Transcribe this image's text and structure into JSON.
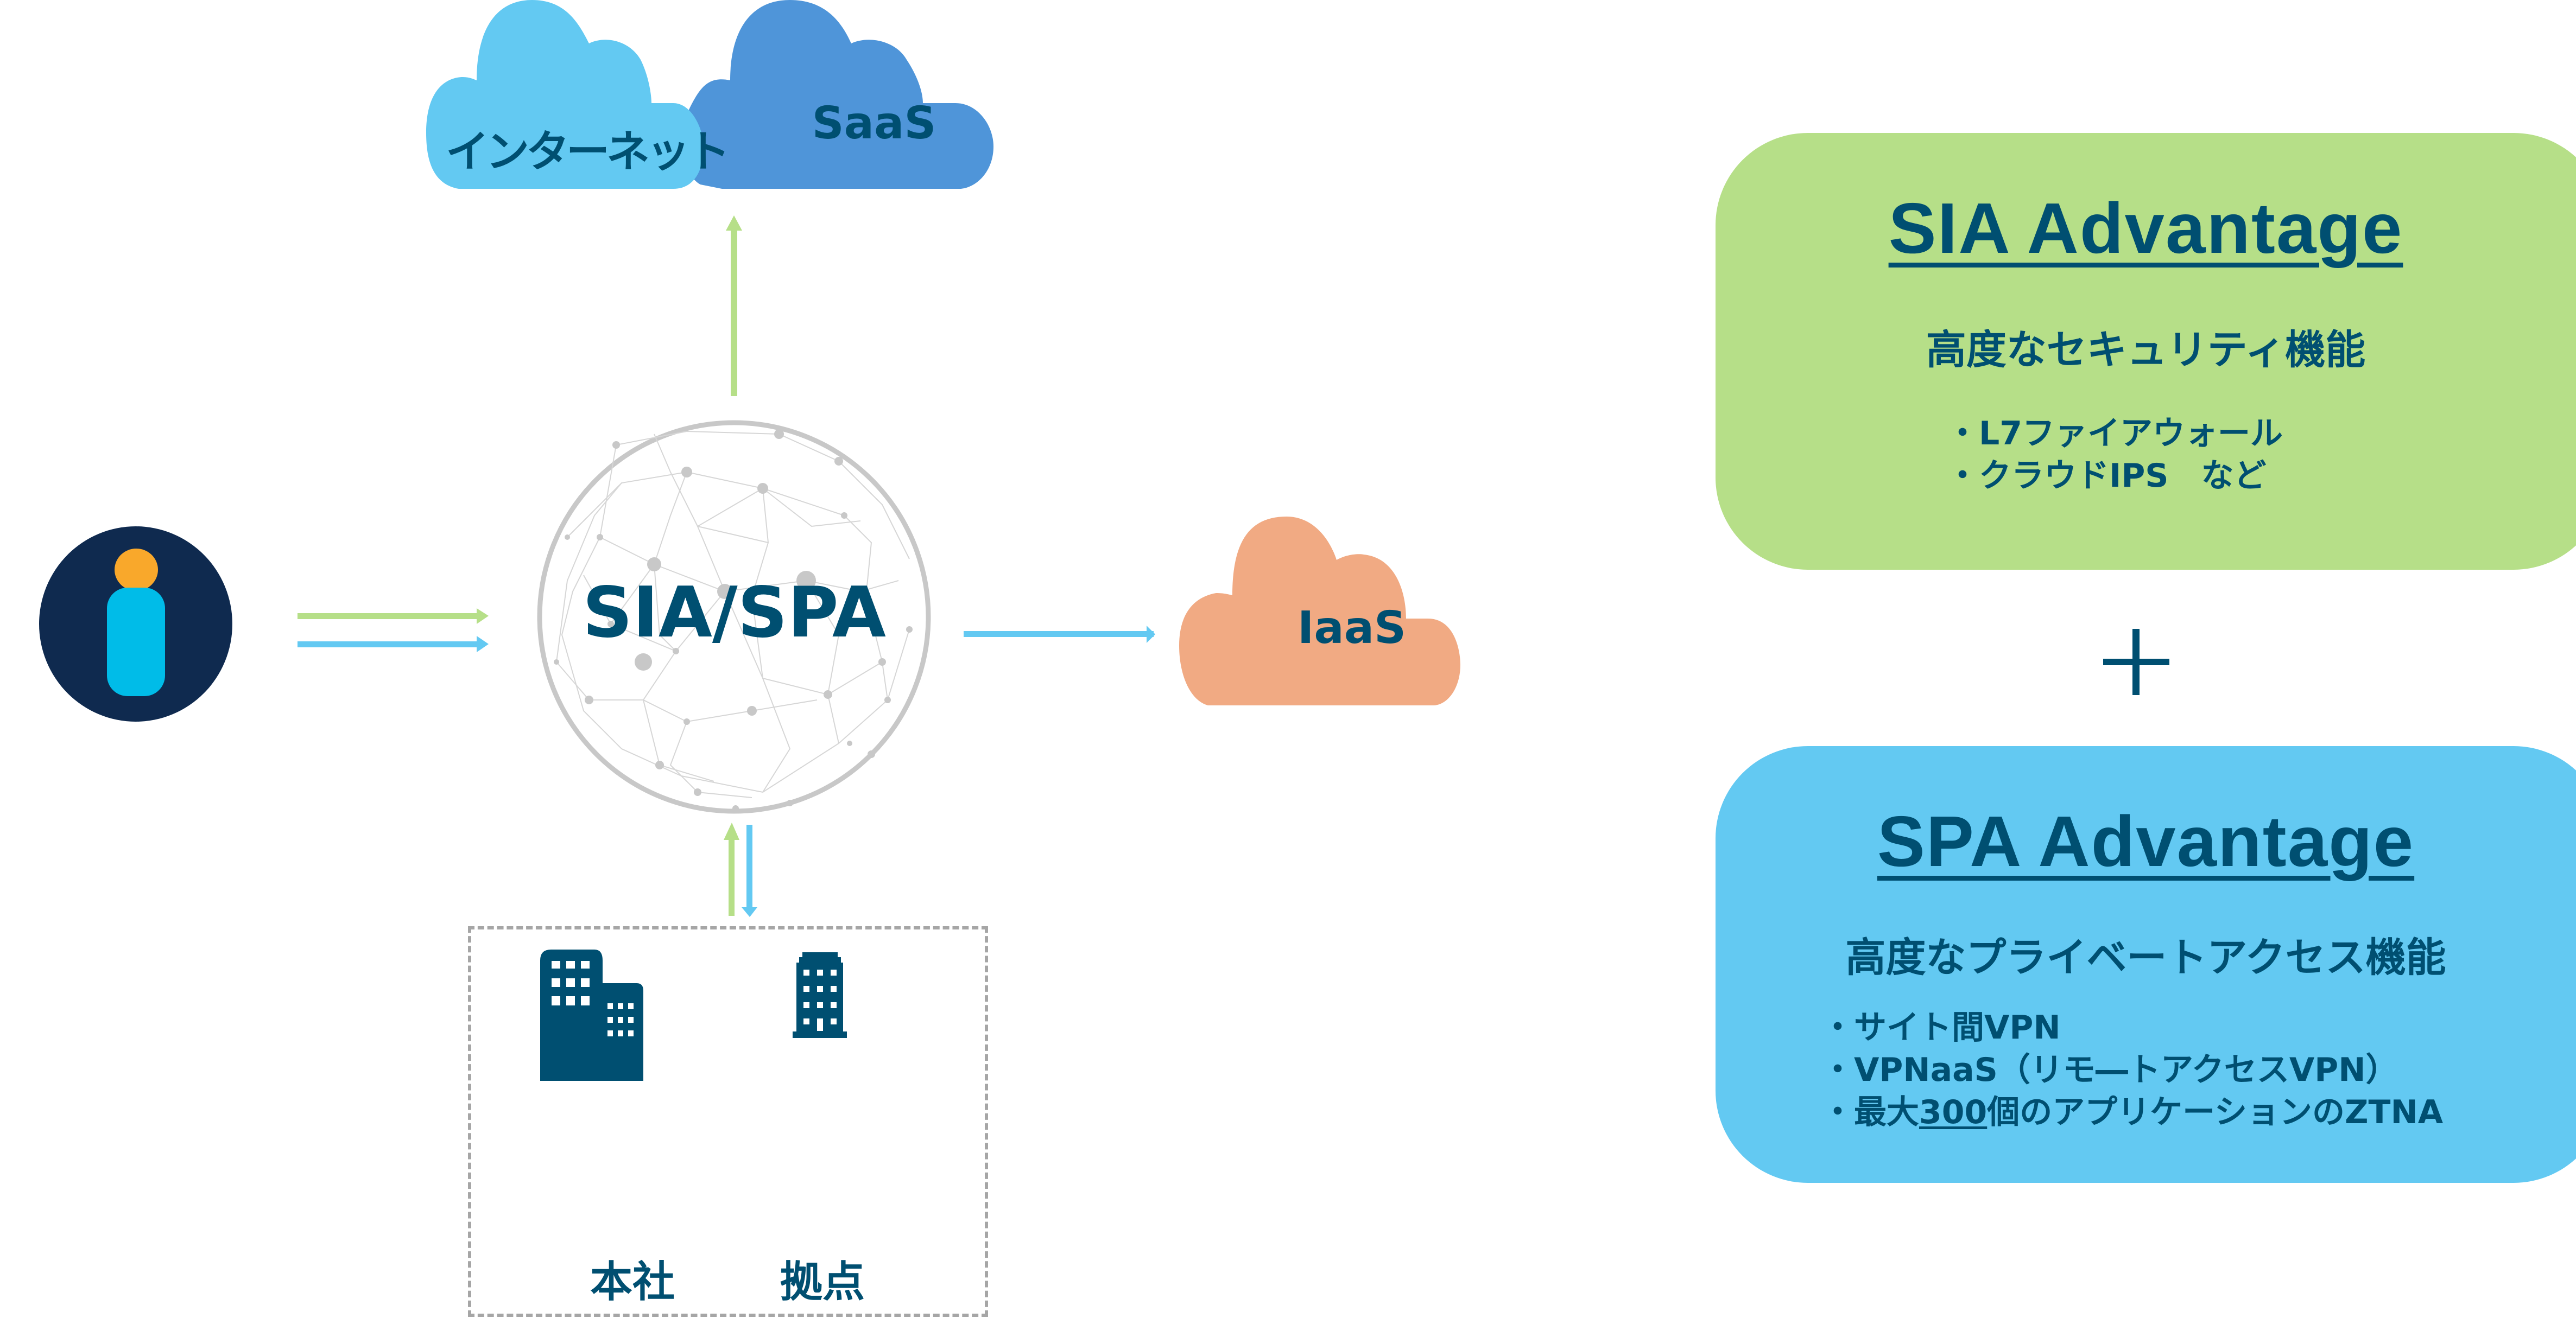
{
  "diagram": {
    "center_node": {
      "label": "SIA/SPA"
    },
    "clouds": {
      "internet": {
        "label": "インターネット",
        "color": "#63c9f2"
      },
      "saas": {
        "label": "SaaS",
        "color": "#4f95d9"
      },
      "iaas": {
        "label": "IaaS",
        "color": "#f1aa83"
      }
    },
    "sites": {
      "headquarters": {
        "label": "本社"
      },
      "branch": {
        "label": "拠点"
      }
    },
    "user": {
      "icon": "user-icon"
    },
    "colors": {
      "text": "#004f71",
      "green_arrow": "#b6df88",
      "blue_arrow": "#63c9f2",
      "globe_ring": "#c8c8c8",
      "user_bg": "#0f2a4f",
      "user_head": "#f9a82b",
      "user_body": "#00bce8",
      "dashed_border": "#a6a6a6"
    }
  },
  "panels": {
    "sia": {
      "title": "SIA Advantage",
      "subtitle": "高度なセキュリティ機能",
      "bullets": [
        "・L7ファイアウォール",
        "・クラウドIPS　など"
      ],
      "color": "#b6df88"
    },
    "plus": "+",
    "spa": {
      "title": "SPA Advantage",
      "subtitle": "高度なプライベートアクセス機能",
      "bullets": [
        "・サイト間VPN",
        "・VPNaaS（リモ―トアクセスVPN）"
      ],
      "bullet3": {
        "prefix": "・最大",
        "number": "300",
        "suffix": "個のアプリケーションのZTNA"
      },
      "color": "#63c9f2"
    }
  }
}
